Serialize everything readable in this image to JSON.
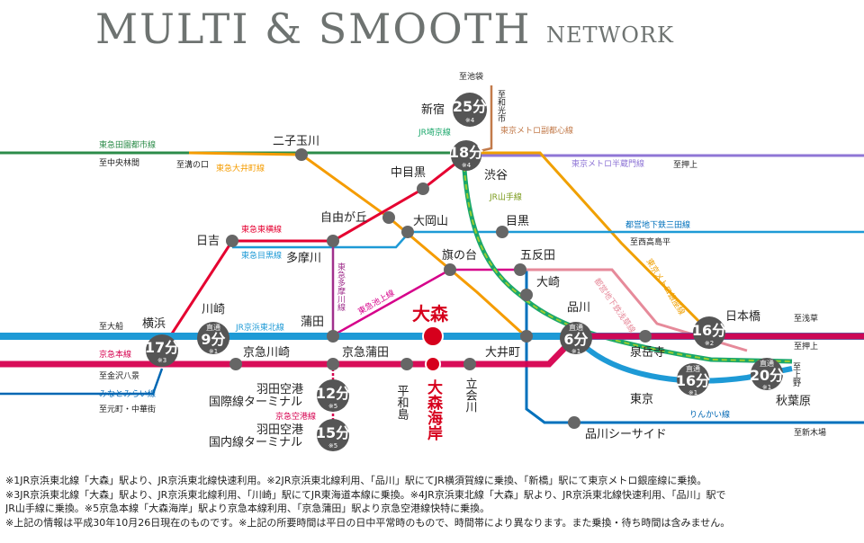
{
  "title": {
    "main": "MULTI & SMOOTH",
    "sub": "NETWORK"
  },
  "colors": {
    "keihin_tohoku": "#1e9ad6",
    "keikyu": "#d6004f",
    "tokyu_toyoko": "#e50030",
    "tokyu_oimachi": "#f59c00",
    "tokyu_meguro": "#1e9ad6",
    "tokyu_ikegami": "#d6008a",
    "tokyu_tamagawa": "#a0308c",
    "toei_mita": "#0071bc",
    "toei_asakusa": "#e68a9a",
    "yamanote": "#9acd32",
    "saikyo": "#1aa76b",
    "fukutoshin": "#c27a4a",
    "hanzomon": "#8f76d6",
    "ginza": "#f0a000",
    "rinkai": "#0067b3",
    "den_en_toshi": "#2c8c4a",
    "node": "#666666",
    "badge": "#555555",
    "omori": "#d6001c"
  },
  "stations": {
    "futakotamagawa": "二子玉川",
    "nakameguro": "中目黒",
    "shibuya": "渋谷",
    "shinjuku": "新宿",
    "jiyugaoka": "自由が丘",
    "ookayama": "大岡山",
    "meguro": "目黒",
    "hiyoshi": "日吉",
    "tamagawa": "多摩川",
    "hatanodai": "旗の台",
    "gotanda": "五反田",
    "osaki": "大崎",
    "kawasaki": "川崎",
    "kamata": "蒲田",
    "yokohama": "横浜",
    "omori": "大森",
    "oimachi": "大井町",
    "shinagawa": "品川",
    "sengakuji": "泉岳寺",
    "nihombashi": "日本橋",
    "keikyu_kawasaki": "京急川崎",
    "keikyu_kamata": "京急蒲田",
    "heiwajima": "平和島",
    "omorikaigan": "大森海岸",
    "tachiaigawa": "立会川",
    "haneda_intl_1": "羽田空港",
    "haneda_intl_2": "国際線ターミナル",
    "haneda_dom_1": "羽田空港",
    "haneda_dom_2": "国内線ターミナル",
    "tokyo": "東京",
    "akihabara": "秋葉原",
    "shinagawa_seaside": "品川シーサイド"
  },
  "directions": {
    "ikebukuro": "至池袋",
    "wako": "至和光市",
    "chuorinkan": "至中央林間",
    "mizonokuchi": "至溝の口",
    "oshiage_hanzomon": "至押上",
    "nishitakashimadaira": "至西高島平",
    "asakusa": "至浅草",
    "oshiage_asakusa": "至押上",
    "ueno": "至上野",
    "shinkiba": "至新木場",
    "ofuna": "至大船",
    "kanazawahakkei": "至金沢八景",
    "motomachi": "至元町・中華街"
  },
  "lines": {
    "den_en_toshi": "東急田園都市線",
    "tokyu_oimachi": "東急大井町線",
    "saikyo": "JR埼京線",
    "fukutoshin": "東京メトロ副都心線",
    "hanzomon": "東京メトロ半蔵門線",
    "yamanote": "JR山手線",
    "mita": "都営地下鉄三田線",
    "ginza": "東京メトロ銀座線",
    "toyoko": "東急東横線",
    "meguro": "東急目黒線",
    "tamagawa": "東急多摩川線",
    "ikegami": "東急池上線",
    "asakusa": "都営地下鉄浅草線",
    "keihin_tohoku": "JR京浜東北線",
    "keikyu_main": "京急本線",
    "minatomirai": "みなとみらい線",
    "keikyu_airport": "京急空港線",
    "rinkai": "りんかい線"
  },
  "badges": {
    "shinjuku": {
      "min": "25分",
      "note": "※4"
    },
    "shibuya": {
      "min": "18分",
      "note": "※4"
    },
    "yokohama": {
      "min": "17分",
      "note": "※3"
    },
    "kawasaki": {
      "min": "9分",
      "note": "※1",
      "dir": "直通"
    },
    "shinagawa": {
      "min": "6分",
      "note": "※1",
      "dir": "直通"
    },
    "nihombashi": {
      "min": "16分",
      "note": "※2"
    },
    "tokyo": {
      "min": "16分",
      "note": "※1",
      "dir": "直通"
    },
    "akihabara": {
      "min": "20分",
      "note": "※1",
      "dir": "直通"
    },
    "haneda_intl": {
      "min": "12分",
      "note": "※5"
    },
    "haneda_dom": {
      "min": "15分",
      "note": "※5"
    }
  },
  "notes": [
    "※1JR京浜東北線「大森」駅より、JR京浜東北線快速利用。※2JR京浜東北線利用、「品川」駅にてJR横須賀線に乗換、「新橋」駅にて東京メトロ銀座線に乗換。",
    "※3JR京浜東北線「大森」駅より、JR京浜東北線利用、「川崎」駅にてJR東海道本線に乗換。※4JR京浜東北線「大森」駅より、JR京浜東北線快速利用、「品川」駅で",
    "JR山手線に乗換。※5京急本線「大森海岸」駅より京急本線利用、「京急蒲田」駅より京急空港線快特に乗換。",
    "※上記の情報は平成30年10月26日現在のものです。※上記の所要時間は平日の日中平常時のもので、時間帯により異なります。また乗換・待ち時間は含みません。"
  ]
}
